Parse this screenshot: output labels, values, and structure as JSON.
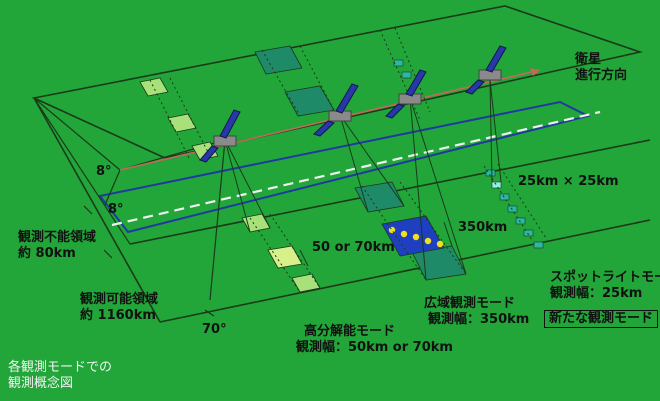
{
  "title": "",
  "labels": {
    "satellite_direction": [
      "衛星",
      "進行方向"
    ],
    "angle_top": "8°",
    "angle_mid": "8°",
    "angle_bottom": "70°",
    "unobservable_region": [
      "観測不能領域",
      "約 80km"
    ],
    "observable_region": [
      "観測可能領域",
      "約 1160km"
    ],
    "spotlight_size": "25km × 25km",
    "wide_swath_width": "350km",
    "highres_width": "50 or 70km",
    "highres_mode": [
      "高分解能モード",
      "観測幅：50km or 70km"
    ],
    "wide_mode": [
      "広域観測モード",
      "観測幅：350km"
    ],
    "spotlight_mode": [
      "スポットライトモード",
      "観測幅：25km"
    ],
    "new_mode": "新たな観測モード",
    "caption": [
      "各観測モードでの",
      "観測概念図"
    ]
  },
  "colors": {
    "background": "#22a63a",
    "outline": "#1a3a1a",
    "ground_track_line": "#f0f0f0",
    "direction_arrow": "#c06a5a",
    "highres_square": "#a8e07a",
    "wide_square": "#1f8a68",
    "spotlight_square": "#2ab8a0",
    "spotlight_bright": "#8ff0e0",
    "highlight_blue": "#1e3fc0",
    "highlight_dots": "#f0e020"
  }
}
